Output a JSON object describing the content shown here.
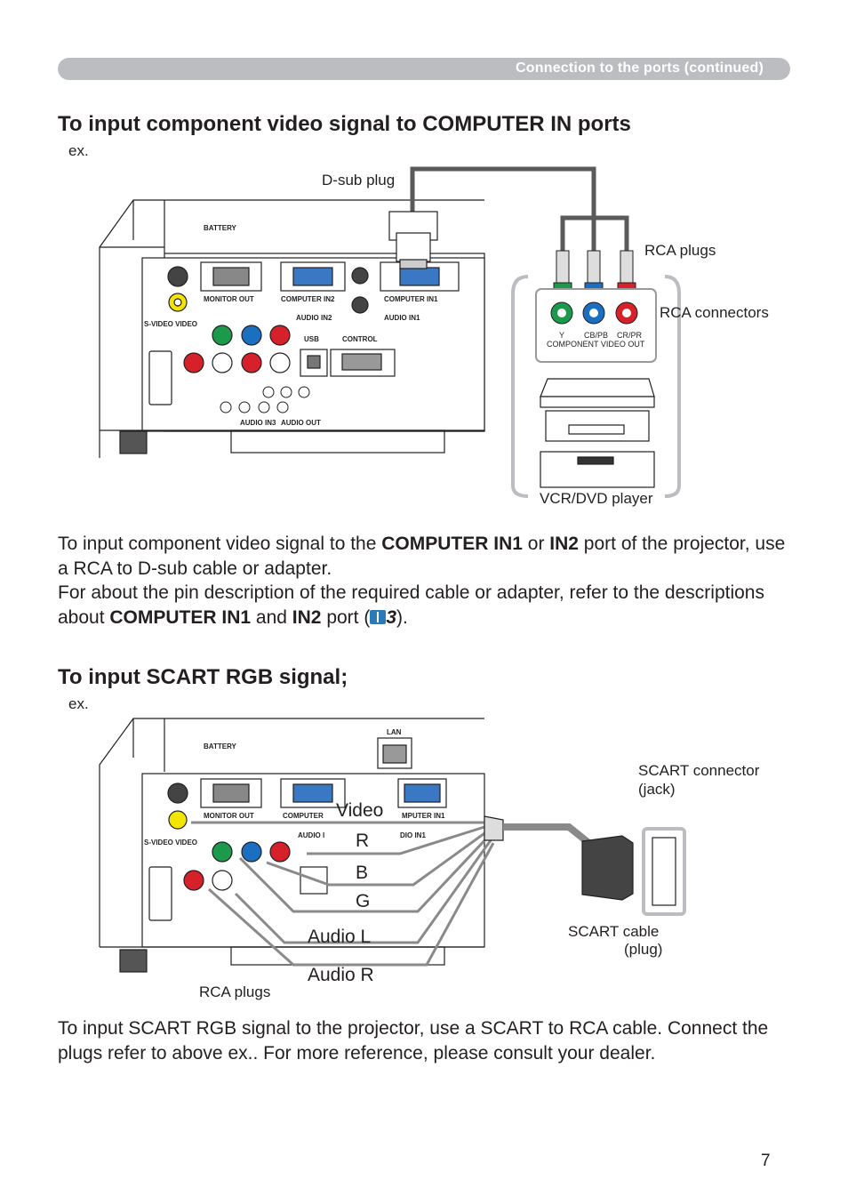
{
  "header": {
    "section_title": "Connection to the ports (continued)"
  },
  "section1": {
    "title": "To input component video signal to COMPUTER IN ports",
    "ex": "ex.",
    "labels": {
      "dsub_plug": "D-sub plug",
      "rca_plugs": "RCA plugs",
      "rca_connectors": "RCA connectors",
      "vcr_dvd": "VCR/DVD player",
      "y": "Y",
      "cb_pb": "CB/PB",
      "cr_pr": "CR/PR",
      "component_video_out": "COMPONENT VIDEO OUT"
    },
    "panel": {
      "battery": "BATTERY",
      "monitor_out": "MONITOR OUT",
      "computer_in2": "COMPUTER IN2",
      "computer_in1": "COMPUTER IN1",
      "audio_in2": "AUDIO IN2",
      "audio_in1": "AUDIO IN1",
      "svideo_video": "S-VIDEO  VIDEO",
      "usb": "USB",
      "control": "CONTROL",
      "audio_in3": "AUDIO IN3",
      "audio_out": "AUDIO OUT"
    },
    "body": {
      "p1_a": "To input component video signal to the ",
      "p1_b": "COMPUTER IN1",
      "p1_c": " or ",
      "p1_d": "IN2",
      "p1_e": " port of the projector, use a RCA to D-sub cable or adapter.",
      "p2_a": "For about the pin description of the required cable or adapter, refer to the descriptions about ",
      "p2_b": "COMPUTER IN1",
      "p2_c": " and ",
      "p2_d": "IN2",
      "p2_e": " port (",
      "p2_ref": "3",
      "p2_f": ")."
    }
  },
  "section2": {
    "title": "To input SCART RGB signal;",
    "ex": "ex.",
    "labels": {
      "video": "Video",
      "r": "R",
      "b": "B",
      "g": "G",
      "audio_l": "Audio L",
      "audio_r": "Audio R",
      "scart_connector": "SCART connector",
      "jack": "(jack)",
      "scart_cable": "SCART cable",
      "plug": "(plug)",
      "rca_plugs": "RCA plugs",
      "lan": "LAN",
      "battery": "BATTERY",
      "computer_in1_partial": "MPUTER IN1",
      "audio_partial": "AUDIO I",
      "dio_in1": "DIO IN1",
      "monitor_out": "MONITOR OUT",
      "computer": "COMPUTER",
      "svideo_video": "S-VIDEO  VIDEO"
    },
    "body": "To input SCART RGB signal to the projector, use a SCART to RCA cable. Connect the plugs refer to above ex.. For more reference, please consult your dealer."
  },
  "page_number": "7",
  "colors": {
    "green": "#1a9a4a",
    "blue": "#1b6fc0",
    "red": "#d6202a",
    "yellow": "#f2e500",
    "gray": "#8a8a8a"
  }
}
